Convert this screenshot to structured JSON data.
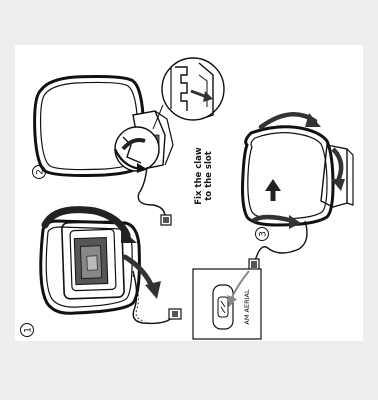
{
  "figure": {
    "step_labels": [
      "1",
      "2",
      "3"
    ],
    "caption_line1": "Fix the claw",
    "caption_line2": "to the slot",
    "connector_label": "AM AERIAL"
  },
  "colors": {
    "page_background": "#eeeeef",
    "panel_background": "#ffffff",
    "line_art": "#111111",
    "arrow_fill": "#333333",
    "shading": "#888888"
  },
  "icons": [
    "loop-antenna-unfold",
    "loop-antenna-clip",
    "claw-slot-detail",
    "loop-antenna-twist",
    "am-aerial-socket"
  ]
}
